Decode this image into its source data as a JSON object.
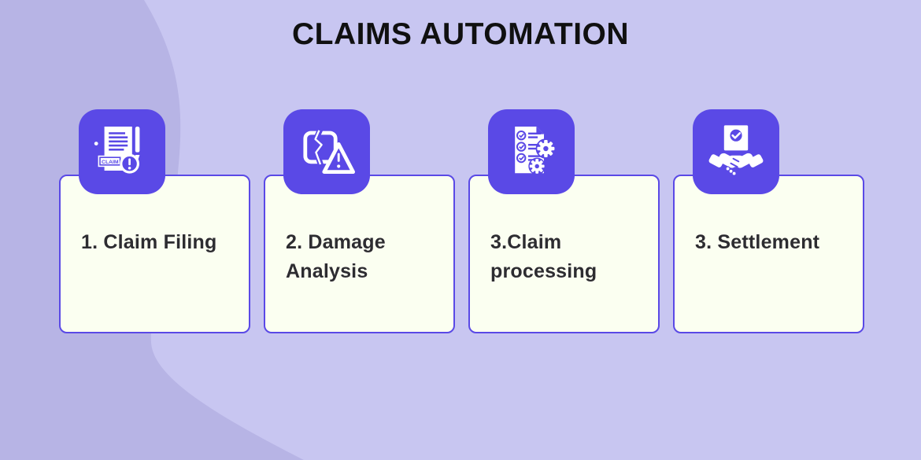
{
  "title": "CLAIMS AUTOMATION",
  "colors": {
    "background": "#c8c6f1",
    "background_blob": "#b7b4e5",
    "accent": "#5a49e6",
    "card_fill": "#fbfff1",
    "card_border": "#5a49e6",
    "title_text": "#101010",
    "label_text": "#2d2c31",
    "icon_foreground": "#ffffff"
  },
  "steps": [
    {
      "label": "1. Claim Filing",
      "icon": "claim-document-icon"
    },
    {
      "label": "2. Damage Analysis",
      "icon": "damage-warning-icon"
    },
    {
      "label": "3.Claim processing",
      "icon": "claim-processing-icon"
    },
    {
      "label": "3. Settlement",
      "icon": "settlement-handshake-icon"
    }
  ],
  "icon_text": {
    "claim_stamp": "CLAIM"
  }
}
